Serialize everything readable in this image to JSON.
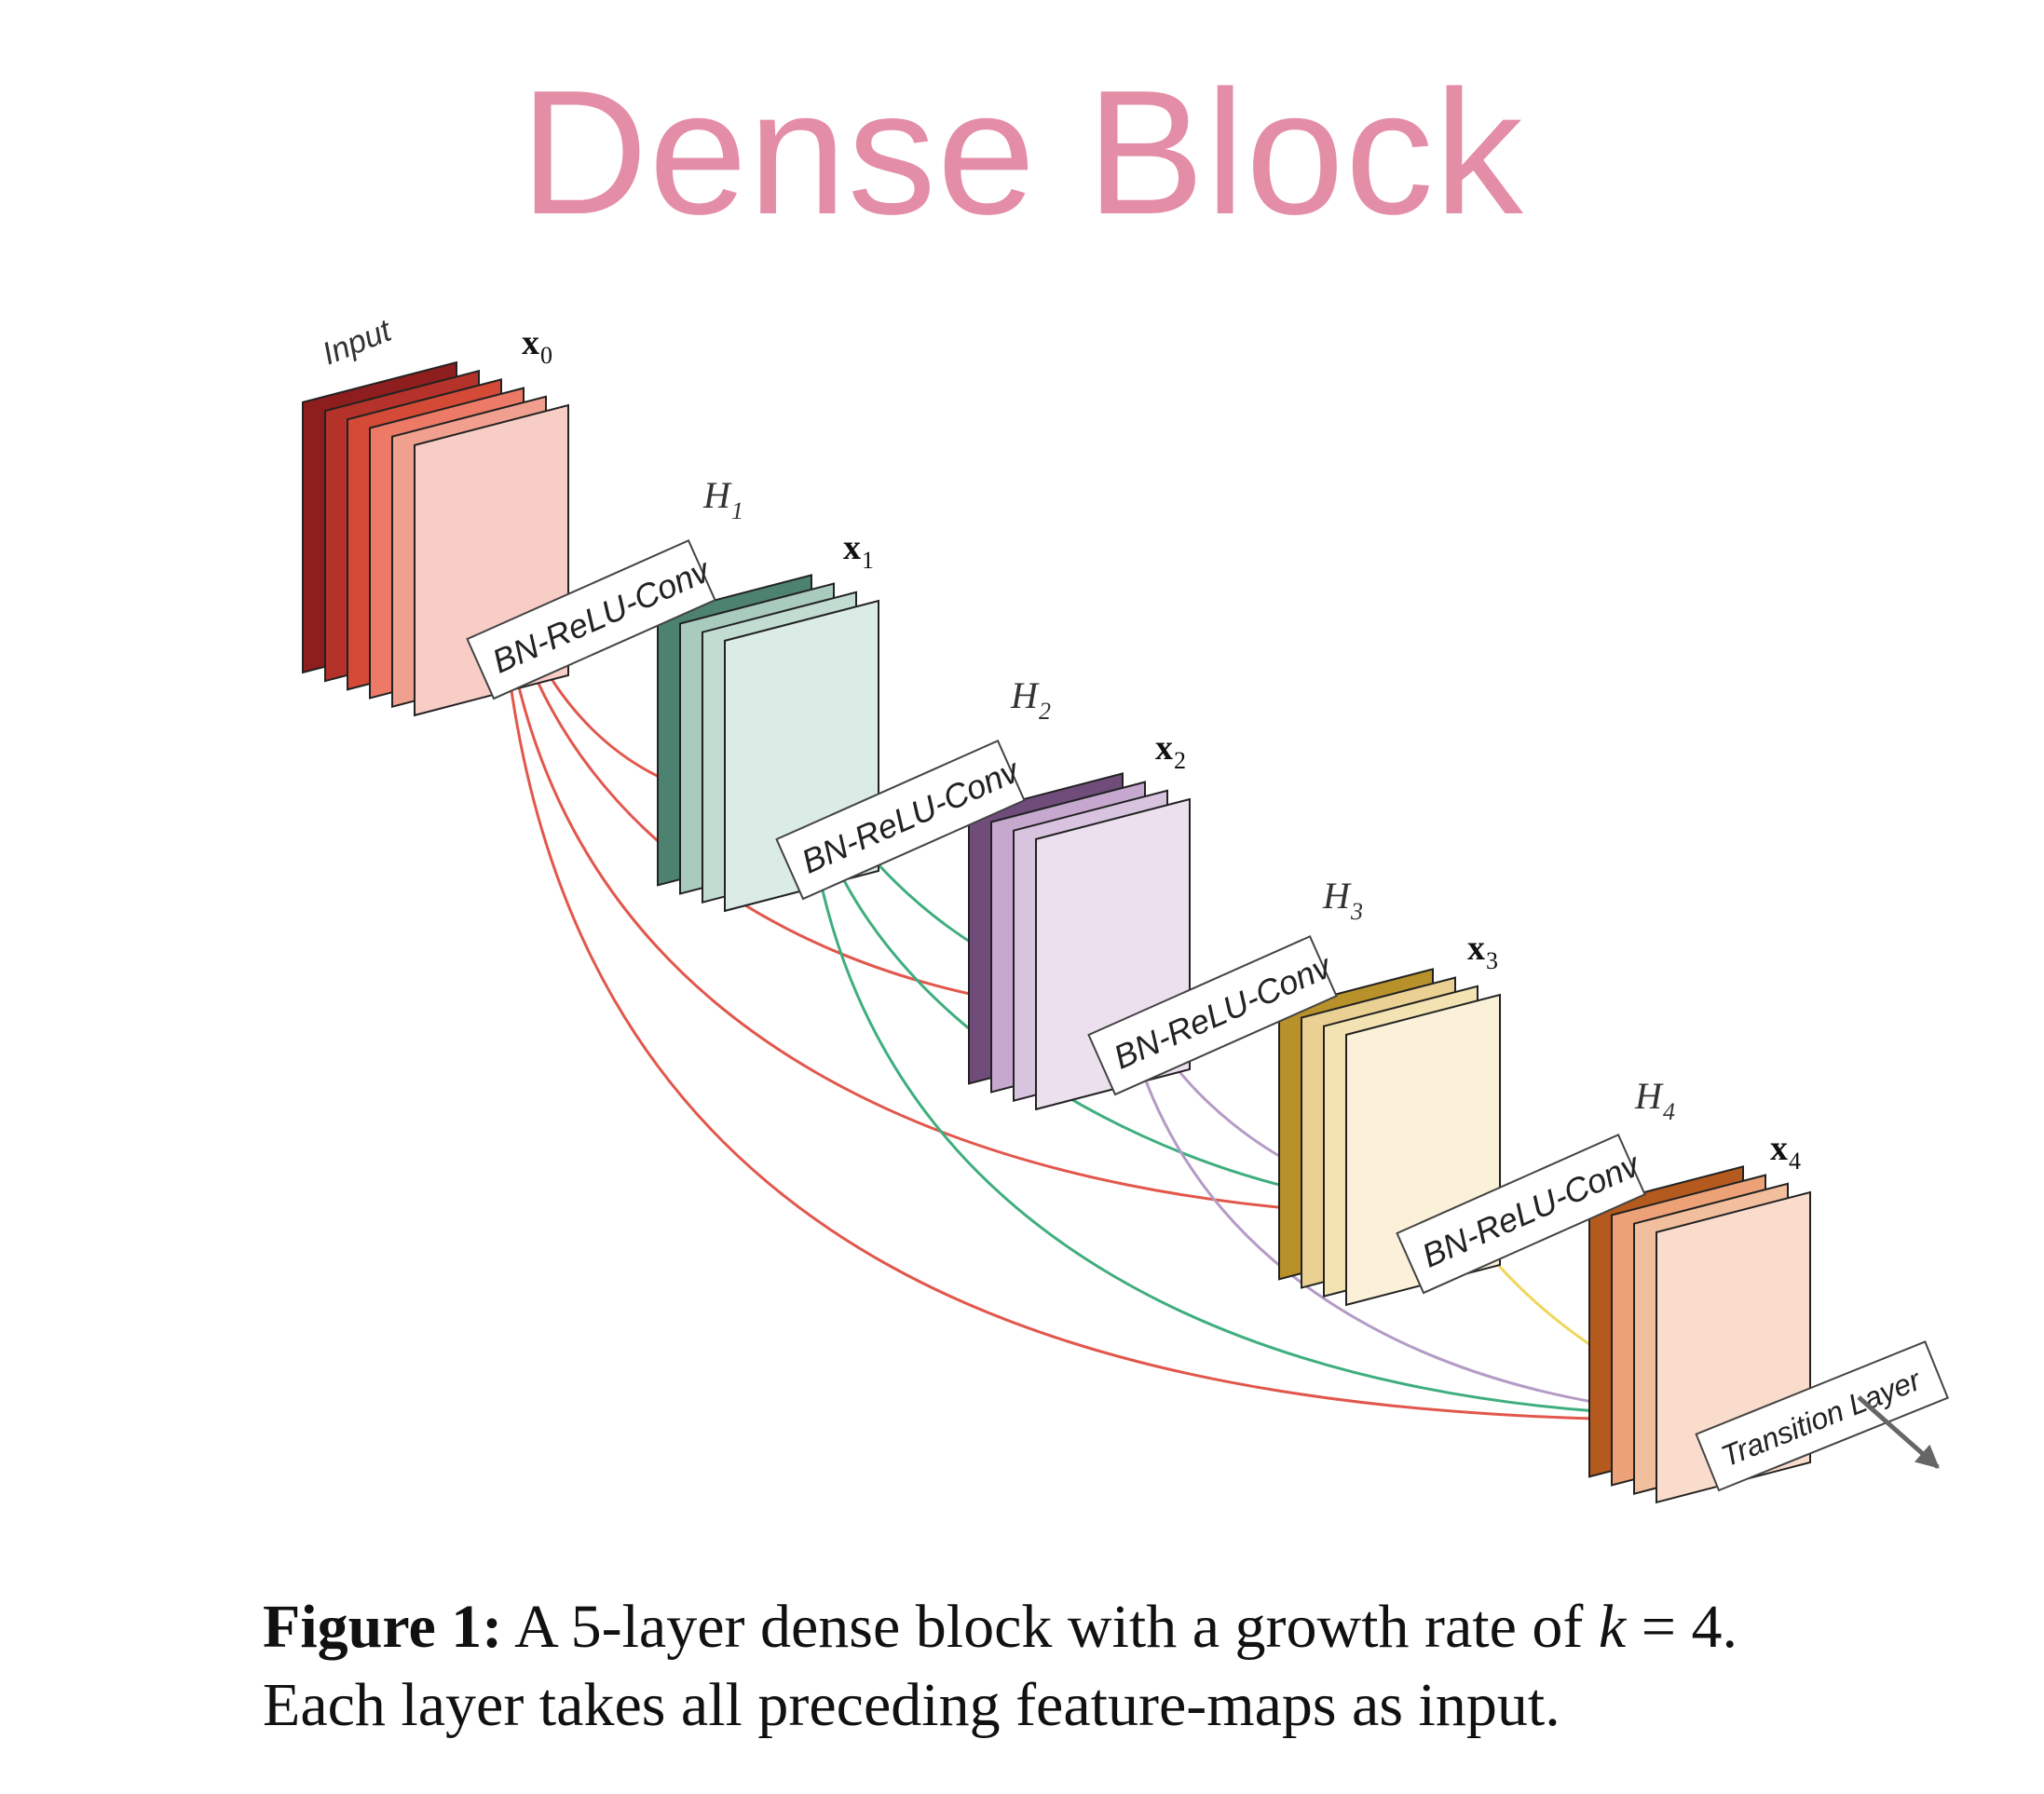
{
  "title": "Dense Block",
  "input_label": "Input",
  "layers": [
    {
      "x_label": "x",
      "x_sub": "0",
      "h_label": "",
      "h_sub": "",
      "box_label": "",
      "colors": [
        "#8e1d1d",
        "#b5322a",
        "#d44a36",
        "#ec7a66",
        "#f1a08f",
        "#f7cdc6"
      ],
      "edge": "#e2574c"
    },
    {
      "x_label": "x",
      "x_sub": "1",
      "h_label": "H",
      "h_sub": "1",
      "box_label": "BN-ReLU-Conv",
      "colors": [
        "#4e8270",
        "#a9cbbe",
        "#c2dcd2",
        "#dbebe5"
      ],
      "edge": "#3fae7e"
    },
    {
      "x_label": "x",
      "x_sub": "2",
      "h_label": "H",
      "h_sub": "2",
      "box_label": "BN-ReLU-Conv",
      "colors": [
        "#6f4c7a",
        "#c6a8cf",
        "#d8c4de",
        "#ece0ef"
      ],
      "edge": "#b49bc6"
    },
    {
      "x_label": "x",
      "x_sub": "3",
      "h_label": "H",
      "h_sub": "3",
      "box_label": "BN-ReLU-Conv",
      "colors": [
        "#b8912a",
        "#ead193",
        "#f3e2b2",
        "#faf1d8"
      ],
      "edge": "#f0d65c"
    },
    {
      "x_label": "x",
      "x_sub": "4",
      "h_label": "H",
      "h_sub": "4",
      "box_label": "BN-ReLU-Conv",
      "colors": [
        "#b45a1e",
        "#eca276",
        "#f2bf9e",
        "#f9dccb"
      ],
      "edge": "#8a5a4a"
    }
  ],
  "transition_label": "Transition Layer",
  "caption": {
    "figure_label": "Figure 1:",
    "line1_text": "A 5-layer dense block with a growth rate of",
    "k_symbol": "k",
    "equals": "=",
    "k_value": "4.",
    "line2": "Each layer takes all preceding feature-maps as input."
  }
}
